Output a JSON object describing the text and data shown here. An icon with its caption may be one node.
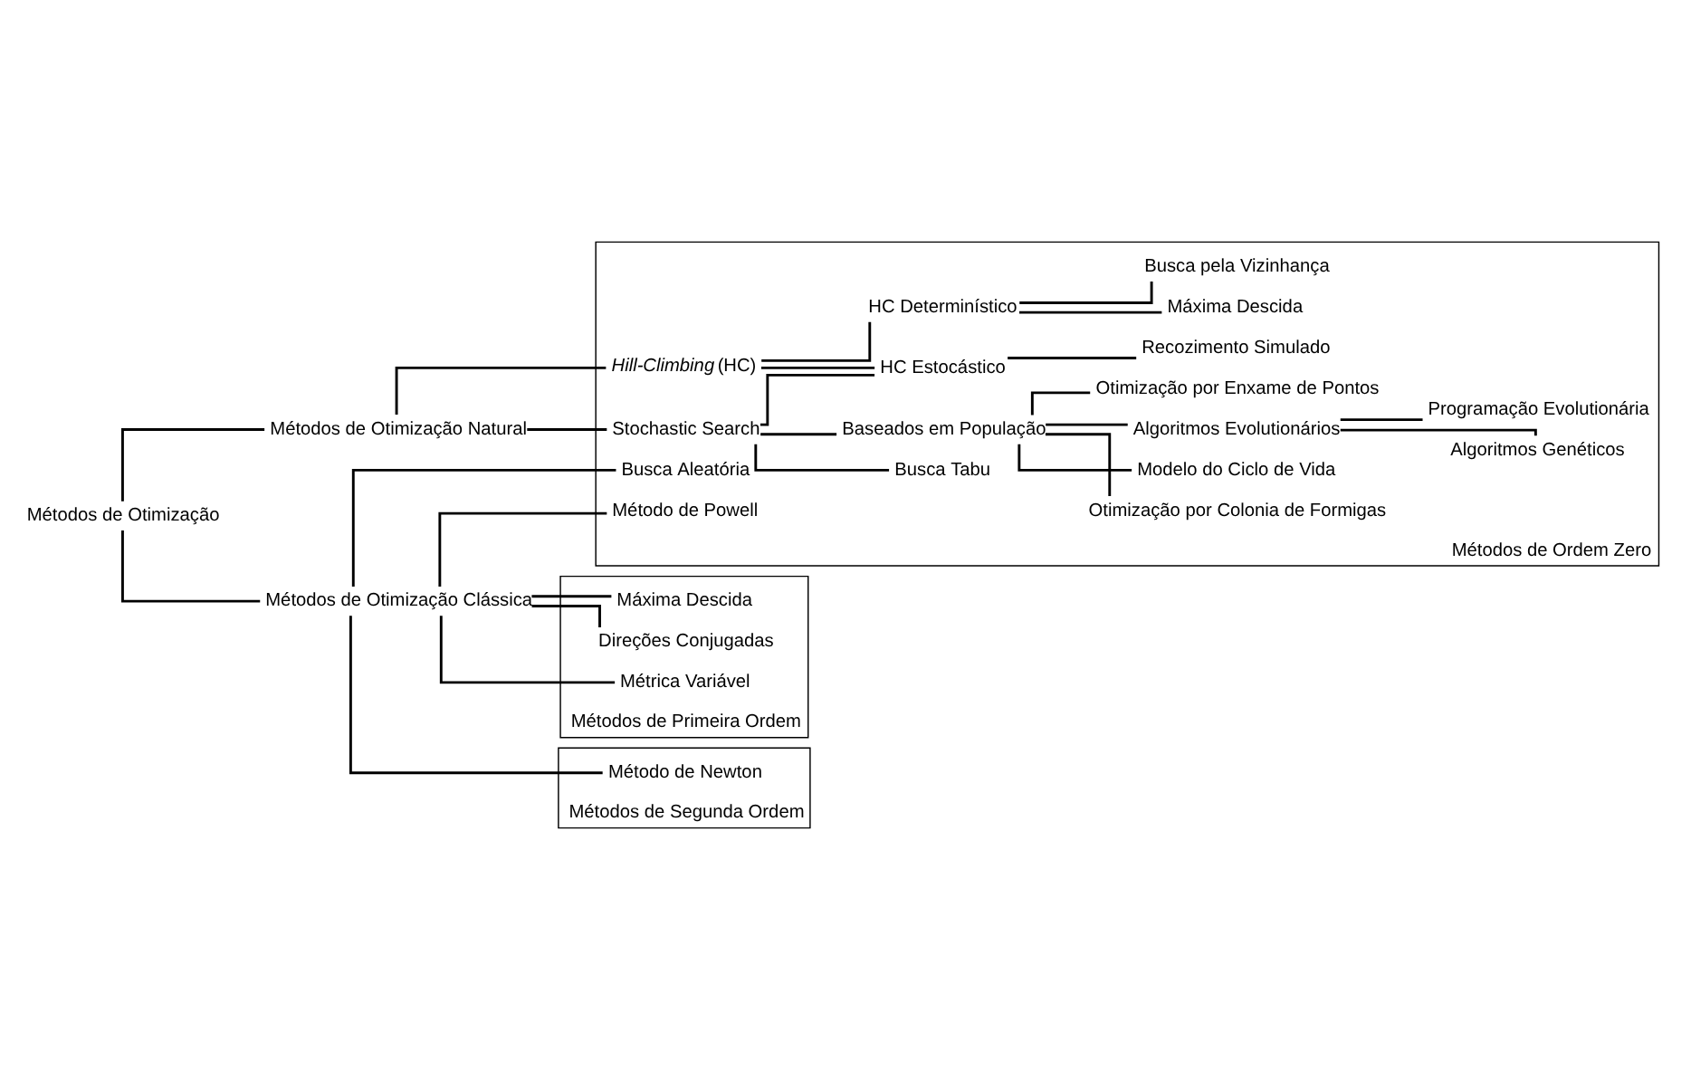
{
  "diagram": {
    "nodes": [
      {
        "text": [
          "Métodos de Otimização"
        ]
      },
      {
        "text": [
          "Métodos de Otimização Clássica"
        ]
      },
      {
        "text": [
          "Métodos de Otimização Natural"
        ]
      },
      {
        "text": [
          "Métodos de Ordem Zero"
        ]
      },
      {
        "text": [
          "*Hill-Climbing* (HC)"
        ],
        "in": 3
      },
      {
        "text": [
          "Stochastic Search"
        ],
        "in": 3
      },
      {
        "text": [
          "HC Estocástico"
        ],
        "in": 3
      },
      {
        "text": [
          "Recozimento Simulado"
        ],
        "in": 3
      },
      {
        "text": [
          "HC Determinístico"
        ],
        "in": 3
      },
      {
        "text": [
          "Busca pela Vizinhança"
        ],
        "in": 3
      },
      {
        "text": [
          "Máxima Descida"
        ],
        "in": 3
      },
      {
        "text": [
          "Baseados em População"
        ],
        "in": 3
      },
      {
        "text": [
          "Busca Tabu"
        ],
        "in": 3
      },
      {
        "text": [
          "Algoritmos Evolutionários"
        ],
        "in": 3
      },
      {
        "text": [
          "Algoritmos Genéticos"
        ],
        "in": 3
      },
      {
        "text": [
          "Programação Evolutionária"
        ],
        "in": 3
      },
      {
        "text": [
          "Otimização por Enxame de Pontos"
        ],
        "in": 3
      },
      {
        "text": [
          "Otimização por Colonia de Formigas"
        ],
        "in": 3
      },
      {
        "text": [
          "Modelo do Ciclo de Vida"
        ],
        "in": 3
      },
      {
        "text": [
          "Busca Aleatória"
        ],
        "in": 3
      },
      {
        "text": [
          "Método de Powell"
        ],
        "in": 3
      },
      {
        "text": [
          "Métodos de Primeira Ordem"
        ]
      },
      {
        "text": [
          "Máxima Descida"
        ],
        "in": 21
      },
      {
        "text": [
          "Direções Conjugadas"
        ],
        "in": 21
      },
      {
        "text": [
          "Métrica Variável"
        ],
        "in": 21
      },
      {
        "text": [
          "Métodos de Segunda Ordem"
        ]
      },
      {
        "text": [
          "Método de Newton"
        ],
        "in": 25
      }
    ],
    "edges": [
      {
        "from": 0,
        "to": 1,
        "arrow": "none"
      },
      {
        "from": 0,
        "to": 2,
        "arrow": "none"
      },
      {
        "from": 2,
        "to": 4,
        "arrow": "none"
      },
      {
        "from": 2,
        "to": 5,
        "arrow": "none"
      },
      {
        "from": 4,
        "to": 6,
        "arrow": "none"
      },
      {
        "from": 4,
        "to": 8,
        "arrow": "none"
      },
      {
        "from": 5,
        "to": 6,
        "arrow": "none"
      },
      {
        "from": 5,
        "to": 11,
        "arrow": "none"
      },
      {
        "from": 5,
        "to": 12,
        "arrow": "none"
      },
      {
        "from": 6,
        "to": 7,
        "arrow": "none"
      },
      {
        "from": 8,
        "to": 9,
        "arrow": "none"
      },
      {
        "from": 8,
        "to": 10,
        "arrow": "none"
      },
      {
        "from": 11,
        "to": 13,
        "arrow": "none"
      },
      {
        "from": 13,
        "to": 14,
        "arrow": "none"
      },
      {
        "from": 13,
        "to": 15,
        "arrow": "none"
      },
      {
        "from": 11,
        "to": 16,
        "arrow": "none"
      },
      {
        "from": 11,
        "to": 17,
        "arrow": "none"
      },
      {
        "from": 11,
        "to": 18,
        "arrow": "none"
      },
      {
        "from": 1,
        "to": 19,
        "arrow": "none"
      },
      {
        "from": 1,
        "to": 20,
        "arrow": "none"
      },
      {
        "from": 1,
        "to": 22,
        "arrow": "none"
      },
      {
        "from": 1,
        "to": 23,
        "arrow": "none"
      },
      {
        "from": 1,
        "to": 24,
        "arrow": "none"
      },
      {
        "from": 1,
        "to": 26,
        "arrow": "none"
      }
    ]
  }
}
